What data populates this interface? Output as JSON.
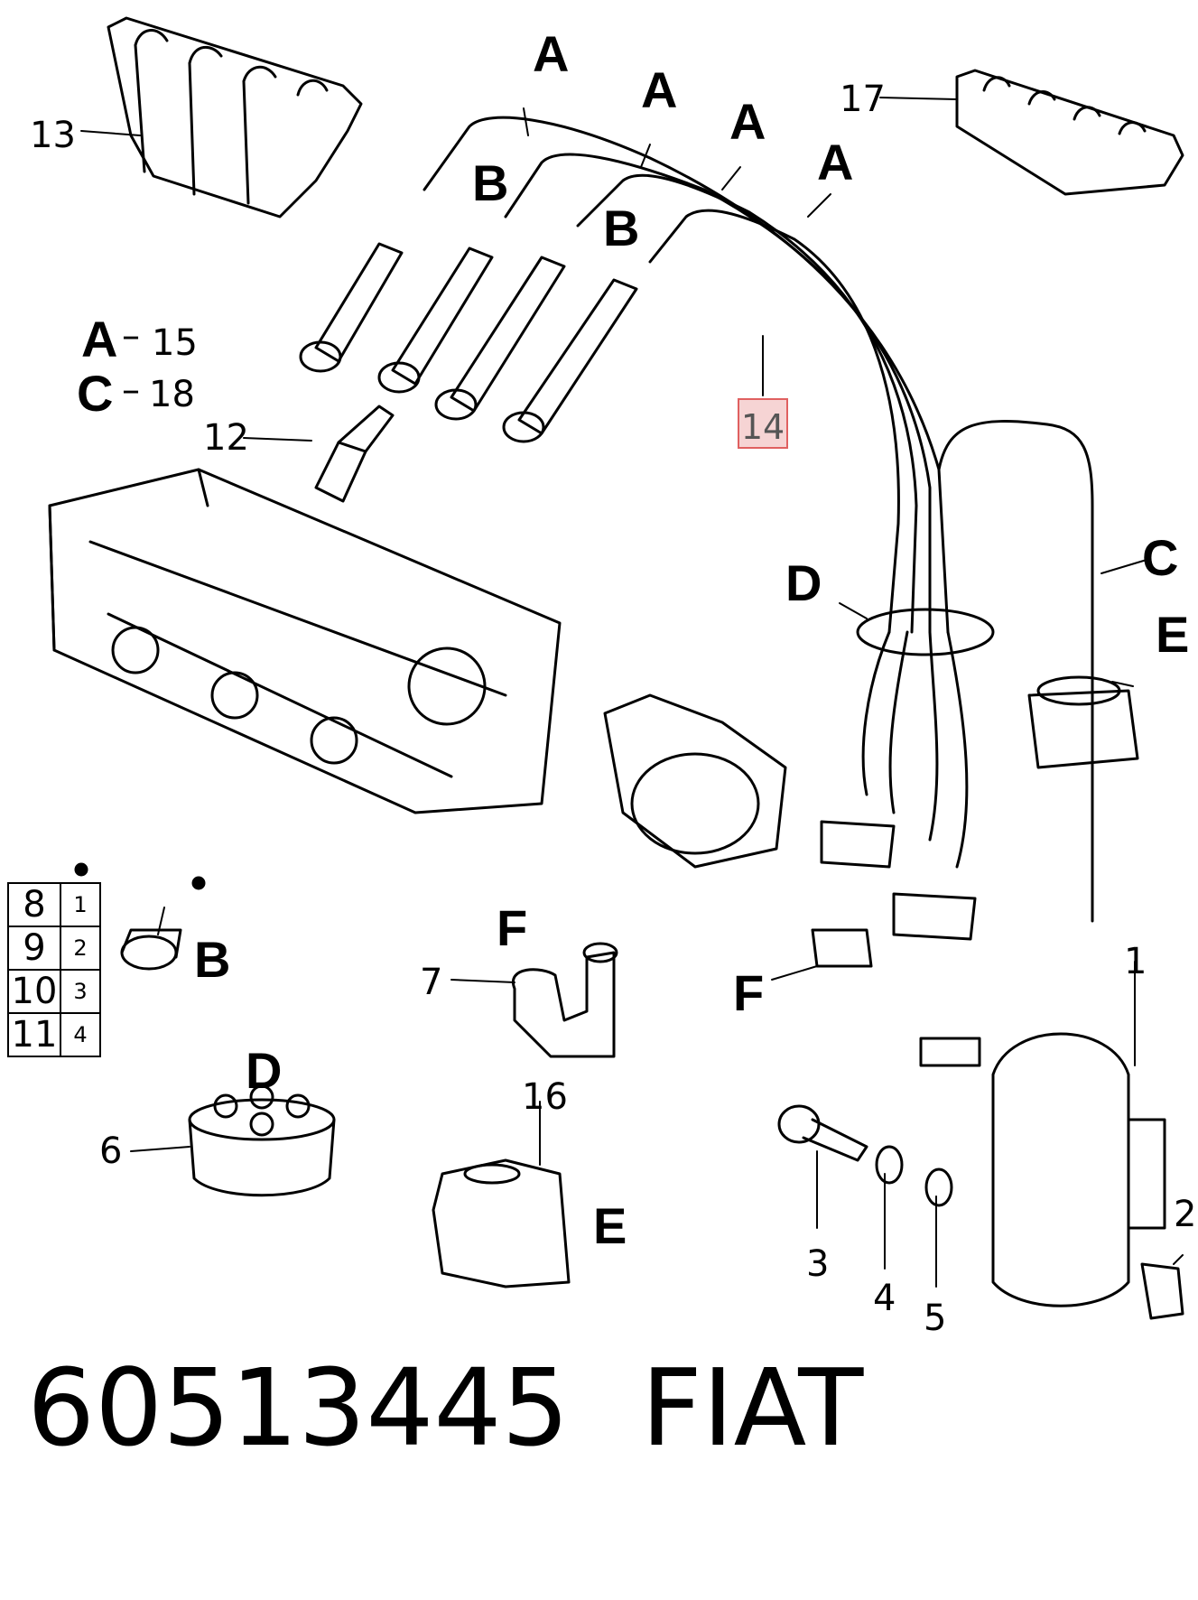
{
  "callouts": {
    "p1": "1",
    "p2": "2",
    "p3": "3",
    "p4": "4",
    "p5": "5",
    "p6": "6",
    "p7": "7",
    "p12": "12",
    "p13": "13",
    "p14": "14",
    "p16": "16",
    "p17": "17"
  },
  "legend": {
    "a_letter": "A",
    "a_value": "15",
    "c_letter": "C",
    "c_value": "18"
  },
  "letters": {
    "a1": "A",
    "a2": "A",
    "a3": "A",
    "a4": "A",
    "b1": "B",
    "b2": "B",
    "b3": "B",
    "c1": "C",
    "d1": "D",
    "d2": "D",
    "e1": "E",
    "e2": "E",
    "f1": "F",
    "f2": "F"
  },
  "cable_table": {
    "rows": [
      {
        "length": "8",
        "cyl": "1"
      },
      {
        "length": "9",
        "cyl": "2"
      },
      {
        "length": "10",
        "cyl": "3"
      },
      {
        "length": "11",
        "cyl": "4"
      }
    ]
  },
  "footer": {
    "part_number": "60513445",
    "brand": "FIAT"
  },
  "highlight_color": "#f6d4d4"
}
